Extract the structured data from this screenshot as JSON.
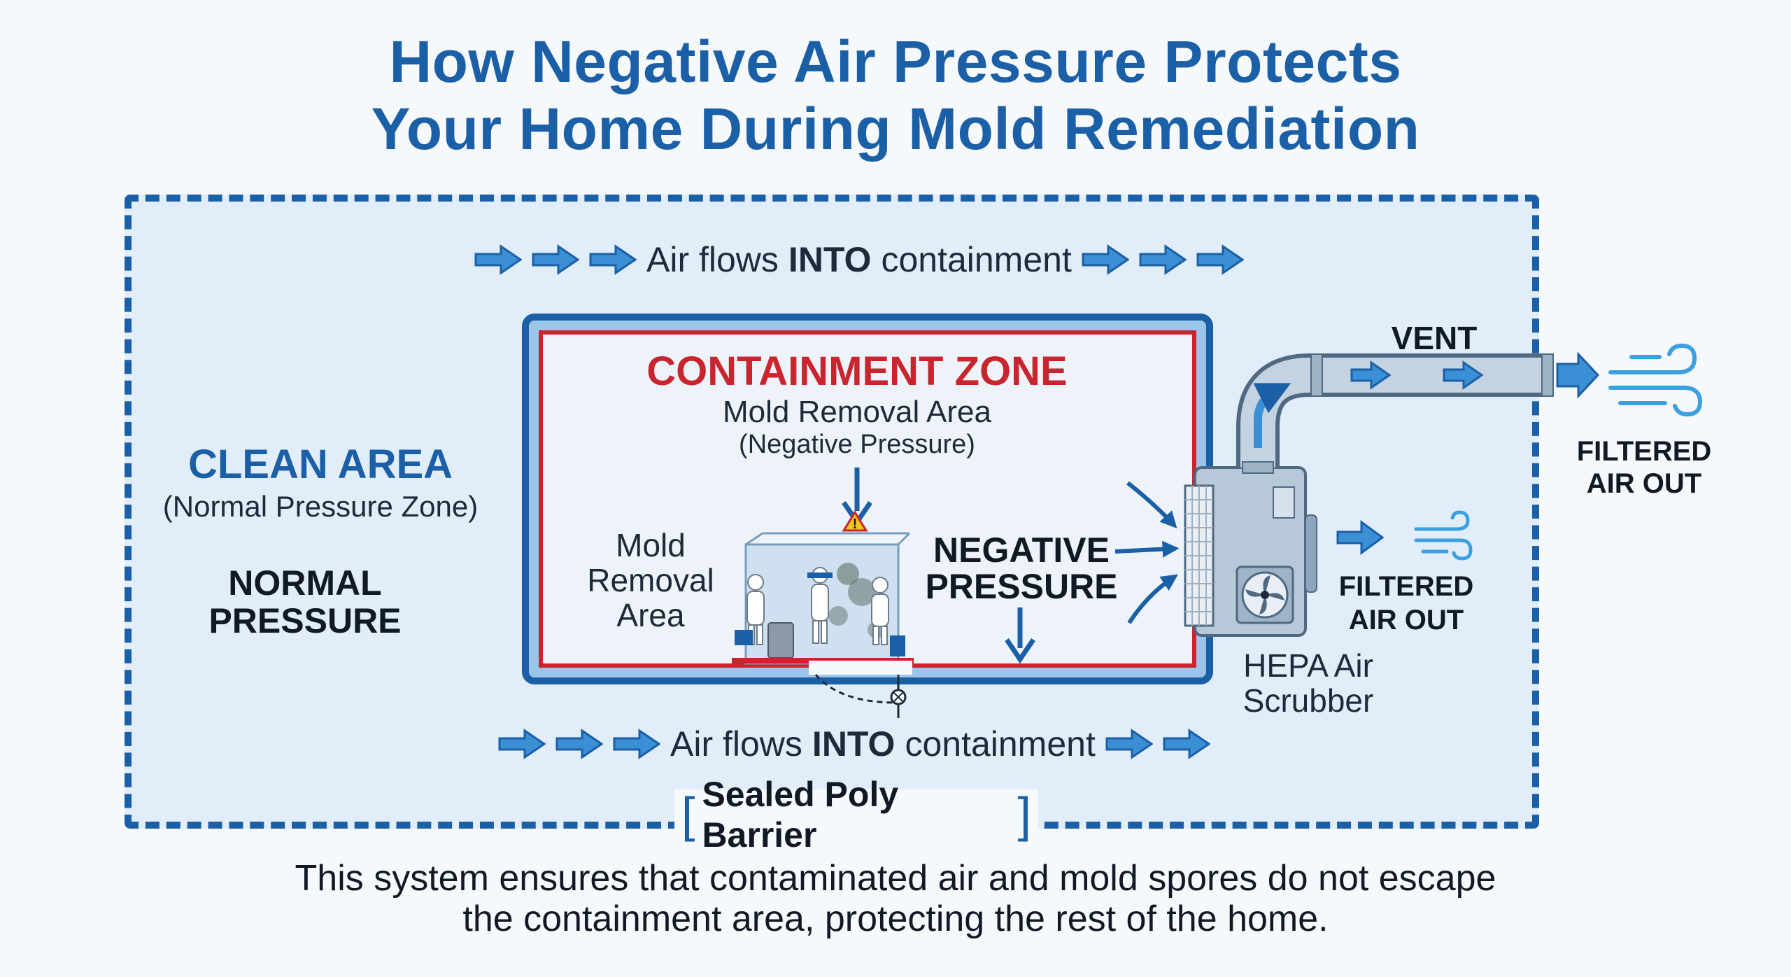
{
  "title": {
    "line1": "How Negative Air Pressure Protects",
    "line2": "Your Home During Mold Remediation"
  },
  "clean_area": {
    "title": "CLEAN AREA",
    "subtitle": "(Normal Pressure Zone)",
    "pressure_line1": "NORMAL",
    "pressure_line2": "PRESSURE"
  },
  "airflow": {
    "top": {
      "prefix": "Air flows",
      "emphasis": "INTO",
      "suffix": "containment"
    },
    "bottom": {
      "prefix": "Air flows",
      "emphasis": "INTO",
      "suffix": "containment"
    }
  },
  "containment": {
    "title": "CONTAINMENT ZONE",
    "subtitle": "Mold Removal Area",
    "pressure_note": "(Negative Pressure)",
    "area_line1": "Mold",
    "area_line2": "Removal",
    "area_line3": "Area",
    "negative_line1": "NEGATIVE",
    "negative_line2": "PRESSURE",
    "warning_symbol": "!"
  },
  "scrubber": {
    "label_line1": "HEPA Air",
    "label_line2": "Scrubber",
    "vent_label": "VENT",
    "filtered_near_line1": "FILTERED",
    "filtered_near_line2": "AIR OUT",
    "filtered_far_line1": "FILTERED",
    "filtered_far_line2": "AIR OUT"
  },
  "barrier": {
    "label": "Sealed Poly Barrier"
  },
  "caption": {
    "line1": "This system ensures that contaminated air and mold spores do not escape",
    "line2": "the containment area, protecting the rest of the home."
  },
  "colors": {
    "primary_blue": "#1b5fa6",
    "arrow_blue": "#3b8fd4",
    "containment_red": "#c9252f",
    "clean_area_bg": "#e1eef9",
    "text_dark": "#111a24"
  },
  "icons": [
    "right-arrow-icon",
    "down-arrow-icon",
    "wind-icon",
    "warning-icon",
    "fan-icon",
    "worker-icon",
    "door-hinge-icon"
  ]
}
